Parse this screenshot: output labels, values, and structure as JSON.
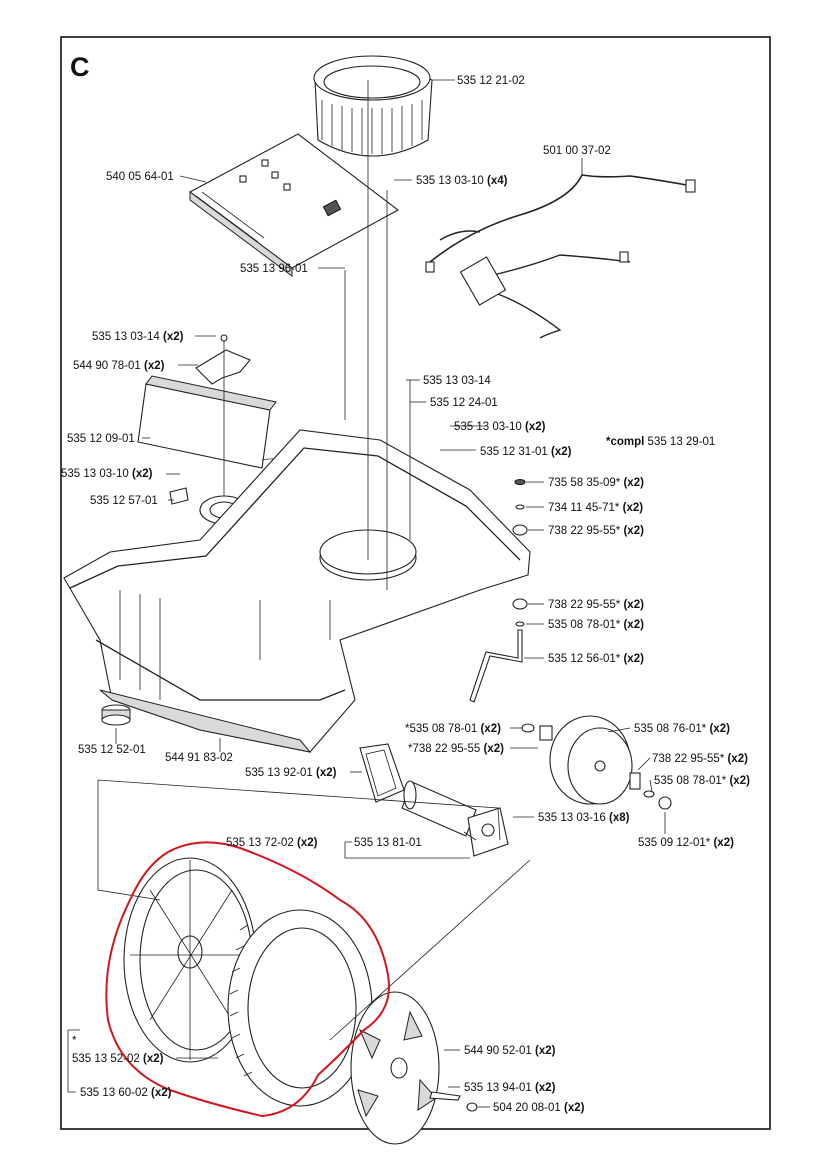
{
  "section_letter": "C",
  "note": {
    "prefix": "*compl",
    "number": "535 13 29-01"
  },
  "parts": [
    {
      "id": "p01",
      "number": "535 12 21-02",
      "qty": ""
    },
    {
      "id": "p02",
      "number": "501 00 37-02",
      "qty": ""
    },
    {
      "id": "p03",
      "number": "540 05 64-01",
      "qty": ""
    },
    {
      "id": "p04",
      "number": "535 13 03-10",
      "qty": "(x4)"
    },
    {
      "id": "p05",
      "number": "535 13 96-01",
      "qty": ""
    },
    {
      "id": "p06",
      "number": "535 13 03-14",
      "qty": "(x2)"
    },
    {
      "id": "p07",
      "number": "544 90 78-01",
      "qty": "(x2)"
    },
    {
      "id": "p08",
      "number": "535 13 03-14",
      "qty": ""
    },
    {
      "id": "p09",
      "number": "535 12 24-01",
      "qty": ""
    },
    {
      "id": "p10",
      "number": "535 13 03-10",
      "qty": "(x2)"
    },
    {
      "id": "p11",
      "number": "535 12 09-01",
      "qty": ""
    },
    {
      "id": "p12",
      "number": "535 12 31-01",
      "qty": "(x2)"
    },
    {
      "id": "p13",
      "number": "535 13 03-10",
      "qty": "(x2)"
    },
    {
      "id": "p14",
      "number": "735 58 35-09*",
      "qty": "(x2)"
    },
    {
      "id": "p15",
      "number": "535 12 57-01",
      "qty": ""
    },
    {
      "id": "p16",
      "number": "734 11 45-71*",
      "qty": "(x2)"
    },
    {
      "id": "p17",
      "number": "738 22 95-55*",
      "qty": "(x2)"
    },
    {
      "id": "p18",
      "number": "738 22 95-55*",
      "qty": "(x2)"
    },
    {
      "id": "p19",
      "number": "535 08 78-01*",
      "qty": "(x2)"
    },
    {
      "id": "p20",
      "number": "535 12 56-01*",
      "qty": "(x2)"
    },
    {
      "id": "p21",
      "number": "*535 08 78-01",
      "qty": "(x2)"
    },
    {
      "id": "p22",
      "number": "535 08 76-01*",
      "qty": "(x2)"
    },
    {
      "id": "p23",
      "number": "*738 22 95-55",
      "qty": "(x2)"
    },
    {
      "id": "p24",
      "number": "738 22 95-55*",
      "qty": "(x2)"
    },
    {
      "id": "p25",
      "number": "535 12 52-01",
      "qty": ""
    },
    {
      "id": "p26",
      "number": "544 91 83-02",
      "qty": ""
    },
    {
      "id": "p27",
      "number": "535 13 92-01",
      "qty": "(x2)"
    },
    {
      "id": "p28",
      "number": "535 08 78-01*",
      "qty": "(x2)"
    },
    {
      "id": "p29",
      "number": "535 13 03-16",
      "qty": "(x8)"
    },
    {
      "id": "p30",
      "number": "535 13 81-01",
      "qty": ""
    },
    {
      "id": "p31",
      "number": "535 13 72-02",
      "qty": "(x2)"
    },
    {
      "id": "p32",
      "number": "535 09 12-01*",
      "qty": "(x2)"
    },
    {
      "id": "p33",
      "number": "544 90 52-01",
      "qty": "(x2)"
    },
    {
      "id": "p34",
      "number": "535 13 52-02",
      "qty": "(x2)"
    },
    {
      "id": "p35",
      "number": "535 13 94-01",
      "qty": "(x2)"
    },
    {
      "id": "p36",
      "number": "535 13 60-02",
      "qty": "(x2)"
    },
    {
      "id": "p37",
      "number": "504 20 08-01",
      "qty": "(x2)"
    }
  ],
  "bracket_star": "*",
  "colors": {
    "outline": "#222222",
    "highlight": "#d0171e",
    "background": "#ffffff"
  }
}
